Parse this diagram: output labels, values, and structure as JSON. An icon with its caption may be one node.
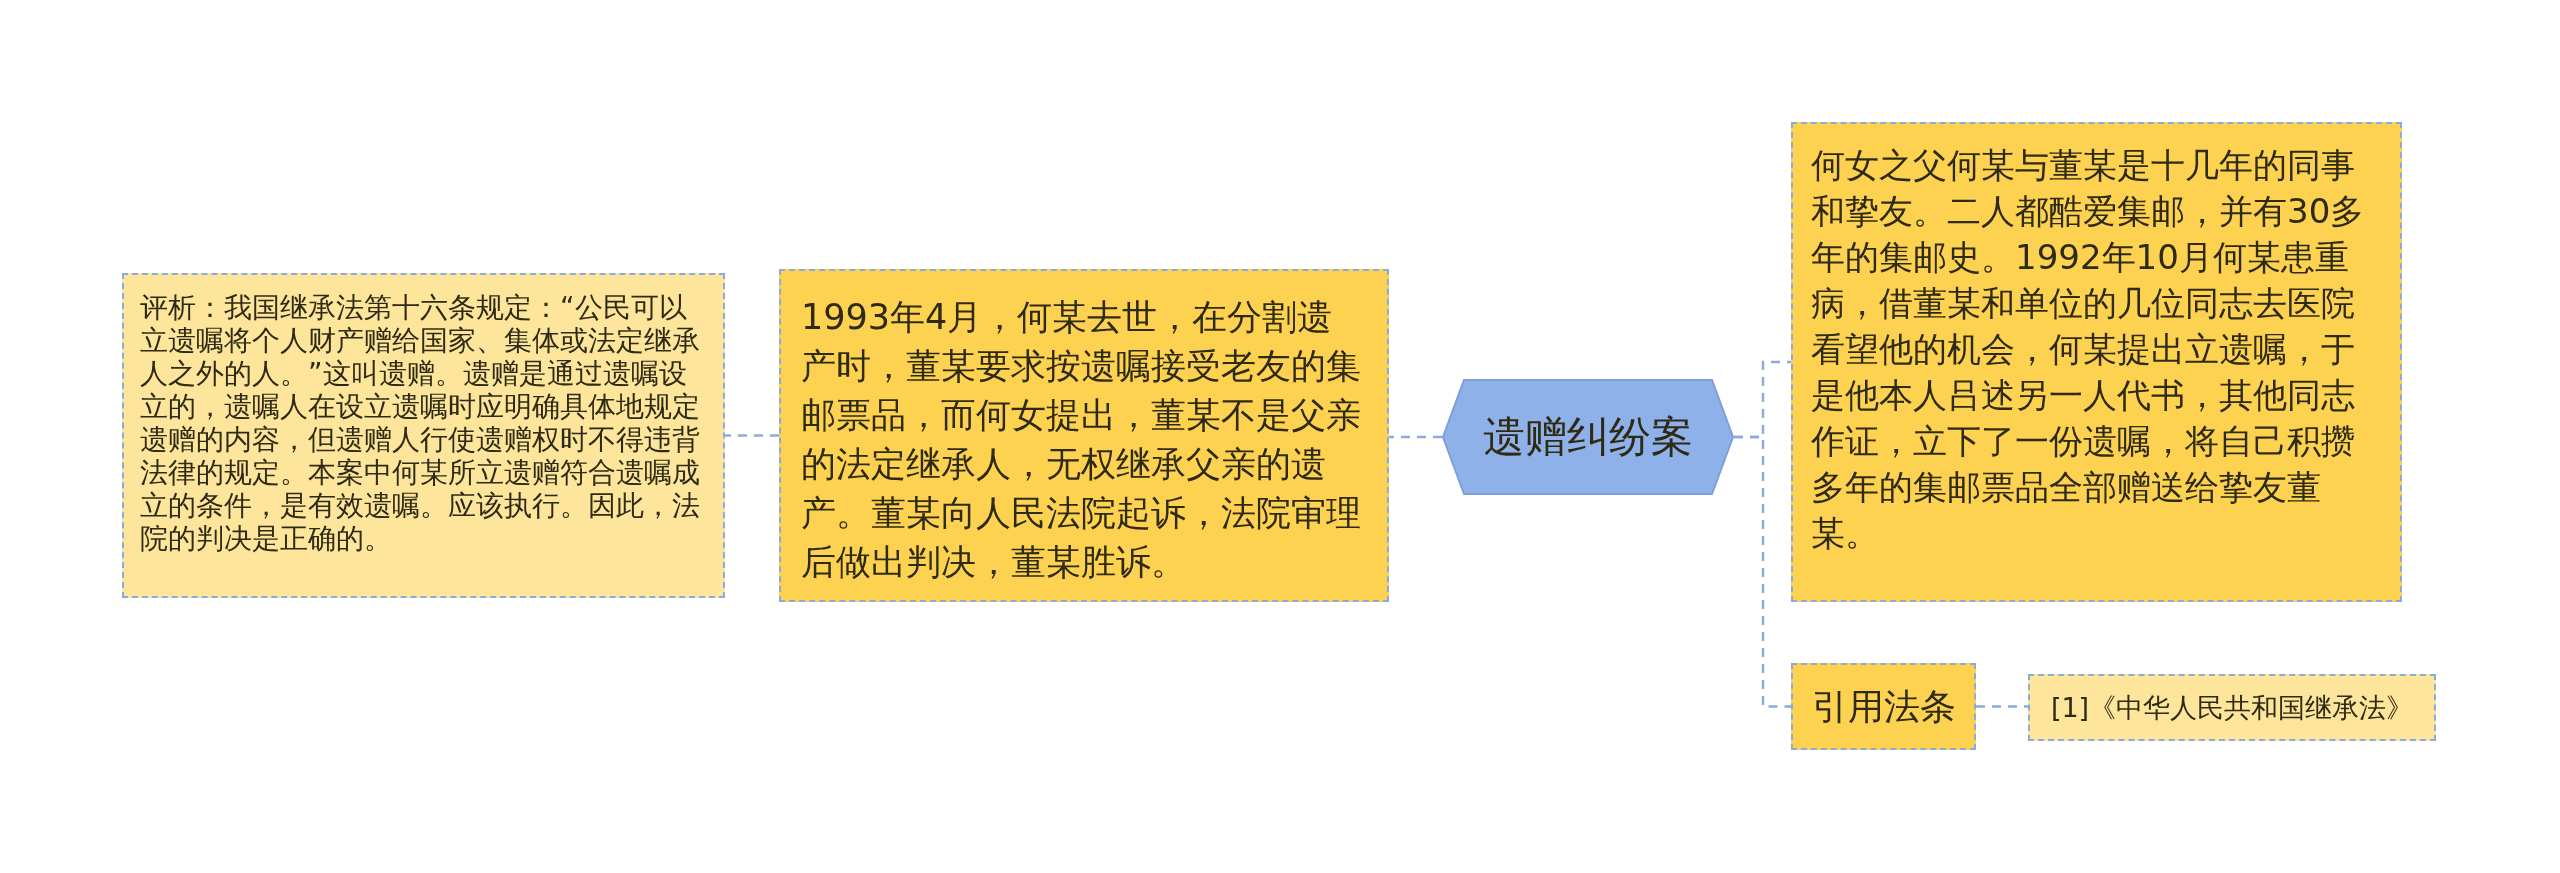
{
  "diagram": {
    "nodes": [
      {
        "text": [
          "评析：我国继承法第十六条规定：“公民可以立遗嘱将个人财产赠给国家、集体或法定继承人之外的人。”这叫遗赠。遗赠是通过遗嘱设立的，遗嘱人在设立遗嘱时应明确具体地规定遗赠的内容，但遗赠人行使遗赠权时不得违背法律的规定。本案中何某所立遗赠符合遗嘱成立的条件，是有效遗嘱。应该执行。因此，法院的判决是正确的。"
        ]
      },
      {
        "text": [
          "1993年4月，何某去世，在分割遗产时，董某要求按遗嘱接受老友的集邮票品，而何女提出，董某不是父亲的法定继承人，无权继承父亲的遗产。董某向人民法院起诉，法院审理后做出判决，董某胜诉。"
        ]
      },
      {
        "text": [
          "遗赠纠纷案"
        ]
      },
      {
        "text": [
          "何女之父何某与董某是十几年的同事和挚友。二人都酷爱集邮，并有30多年的集邮史。1992年10月何某患重病，借董某和单位的几位同志去医院看望他的机会，何某提出立遗嘱，于是他本人吕述另一人代书，其他同志作证，立下了一份遗嘱，将自己积攒多年的集邮票品全部赠送给挚友董某。"
        ]
      },
      {
        "text": [
          "引用法条"
        ]
      },
      {
        "text": [
          "[1]《中华人民共和国继承法》"
        ]
      }
    ],
    "edges": [
      {
        "from": 2,
        "to": 1,
        "arrow": "none"
      },
      {
        "from": 1,
        "to": 0,
        "arrow": "none"
      },
      {
        "from": 2,
        "to": 3,
        "arrow": "none"
      },
      {
        "from": 2,
        "to": 4,
        "arrow": "none"
      },
      {
        "from": 4,
        "to": 5,
        "arrow": "none"
      }
    ]
  }
}
